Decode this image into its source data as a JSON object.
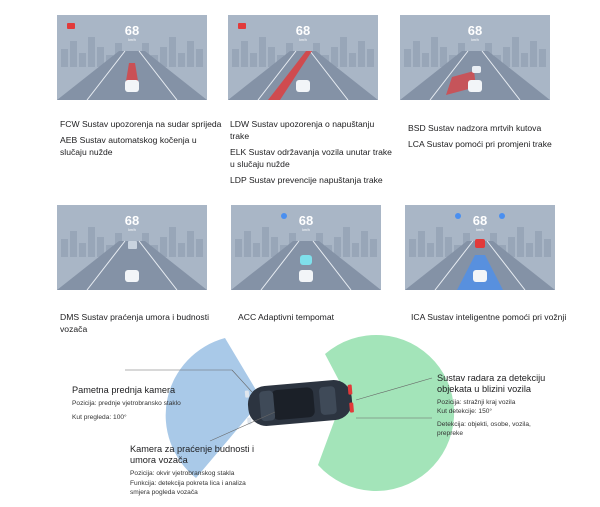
{
  "colors": {
    "tile_bg": "#a9b6c6",
    "road": "#8492a6",
    "warning_red": "#e23a3a",
    "acc_cyan": "#7fe0ec",
    "ica_blue": "#4a8ff0",
    "camera_blue": "#a9c9e8",
    "radar_green": "#a3e4b9"
  },
  "tiles": [
    {
      "speed": "68",
      "unit": "km/h",
      "effect": "fcw-red-cone",
      "captions": [
        "FCW Sustav upozorenja na sudar sprijeda",
        "AEB Sustav automatskog kočenja u slučaju nužde"
      ]
    },
    {
      "speed": "68",
      "unit": "km/h",
      "effect": "ldw-red-lane",
      "captions": [
        "LDW Sustav upozorenja o napuštanju trake",
        "ELK Sustav održavanja vozila unutar trake u slučaju nužde",
        "LDP Sustav prevencije napuštanja trake"
      ]
    },
    {
      "speed": "68",
      "unit": "km/h",
      "effect": "bsd-red-blindspot",
      "captions": [
        "BSD Sustav nadzora mrtvih kutova",
        "LCA Sustav pomoći pri promjeni trake"
      ]
    },
    {
      "speed": "68",
      "unit": "km/h",
      "effect": "dms-alert",
      "captions": [
        "DMS Sustav praćenja umora i budnosti vozača"
      ]
    },
    {
      "speed": "68",
      "unit": "km/h",
      "effect": "acc-cyan-car",
      "captions": [
        "ACC Adaptivni tempomat"
      ]
    },
    {
      "speed": "68",
      "unit": "km/h",
      "effect": "ica-blue-lane",
      "captions": [
        "ICA Sustav inteligentne pomoći pri vožnji"
      ]
    }
  ],
  "callouts": {
    "front_camera": {
      "title": "Pametna prednja kamera",
      "details": [
        "Pozicija: prednje vjetrobransko staklo",
        "Kut pregleda: 100°"
      ]
    },
    "driver_camera": {
      "title": "Kamera za praćenje budnosti i umora vozača",
      "details": [
        "Pozicija: okvir vjetrobranskog stakla",
        "Funkcija: detekcija pokreta lica i analiza smjera pogleda vozača"
      ]
    },
    "radar": {
      "title": "Sustav radara za detekciju objekata u blizini vozila",
      "details": [
        "Pozicija: stražnji kraj vozila",
        "Kut detekcije: 150°",
        "Detekcija: objekti, osobe, vozila, prepreke"
      ]
    }
  }
}
